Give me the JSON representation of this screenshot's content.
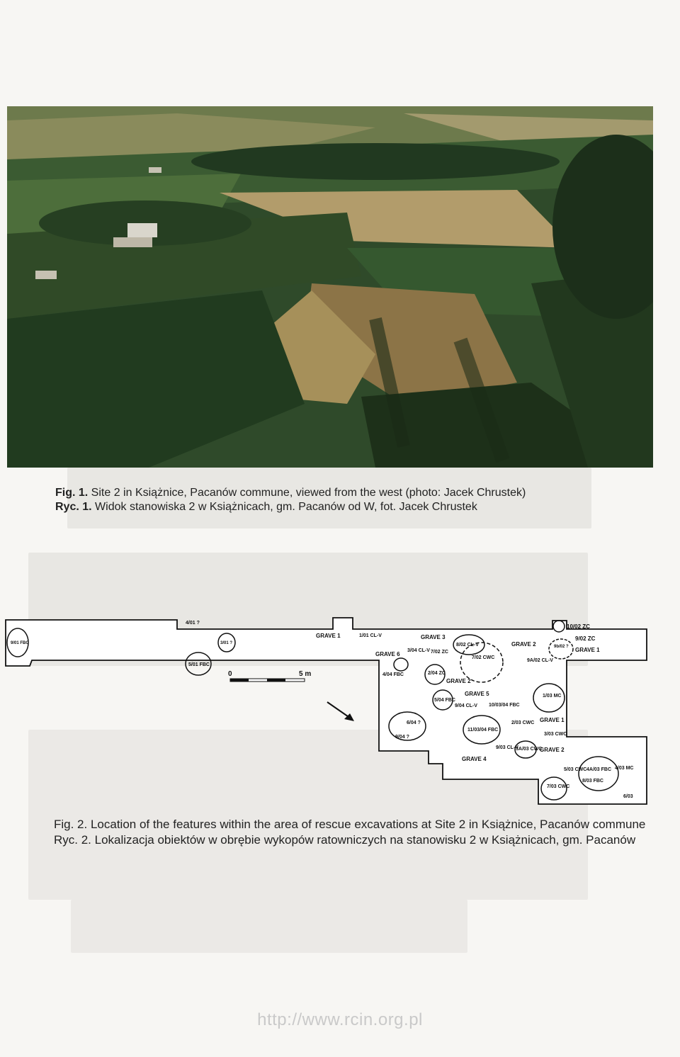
{
  "figure1": {
    "label_en": "Fig. 1.",
    "text_en": " Site 2 in Książnice, Pacanów commune, viewed from the west (photo: Jacek Chrustek)",
    "label_pl": "Ryc. 1.",
    "text_pl": " Widok stanowiska 2 w Książnicach, gm. Pacanów od W, fot. Jacek Chrustek"
  },
  "figure2": {
    "label_en": "Fig. 2.",
    "text_en": " Location of the features within the area of rescue excavations at Site 2 in Książnice, Pacanów commune",
    "label_pl": "Ryc. 2.",
    "text_pl": " Lokalizacja obiektów w obrębie wykopów ratowniczych na stanowisku 2 w Książnicach, gm. Pacanów",
    "scale": {
      "zero": "0",
      "end": "5 m"
    },
    "features": [
      "9/01 FBC",
      "4/01 ?",
      "3/01 ?",
      "5/01 FBC",
      "GRAVE 1",
      "1/01 CL-V",
      "GRAVE 3",
      "8/02 CL-V",
      "3/04 CL-V",
      "7/02 ZC",
      "GRAVE 6",
      "4/04 FBC",
      "7/02 CWC",
      "2/04 ZC",
      "GRAVE 2",
      "10/02 ZC",
      "9/02 ZC",
      "GRAVE 2",
      "9b/02 ?",
      "GRAVE 1",
      "9A/02 CL-V",
      "GRAVE 5",
      "5/04 FBC",
      "9/04 CL-V",
      "10/03/04 FBC",
      "1/03 MC",
      "6/04 ?",
      "9/04 ?",
      "2/03 CWC",
      "GRAVE 1",
      "11/03/04 FBC",
      "3/03 CWC",
      "9/03 CL-V",
      "3A/03 CWC",
      "GRAVE 2",
      "GRAVE 4",
      "4A/03 FBC",
      "4/03 MC",
      "5/03 CWC",
      "8/03 FBC",
      "7/03 CWC",
      "6/03"
    ]
  },
  "footer": {
    "url": "http://www.rcin.org.pl"
  },
  "colors": {
    "page": "#f7f6f3",
    "ink": "#1c1c1c",
    "url": "#c9c9c9"
  }
}
